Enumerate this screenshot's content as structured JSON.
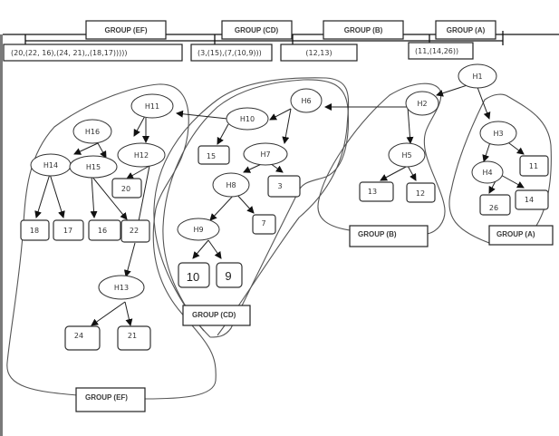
{
  "header": {
    "groups": [
      {
        "id": "EF",
        "label": "GROUP (EF)",
        "sequence": "(20,(22, 16),(24, 21),,(18,17)))))"
      },
      {
        "id": "CD",
        "label": "GROUP (CD)",
        "sequence": "(3,(15),(7,(10,9)))"
      },
      {
        "id": "B",
        "label": "GROUP (B)",
        "sequence": "(12,13)"
      },
      {
        "id": "A",
        "label": "GROUP (A)",
        "sequence": "(11,(14,26))"
      }
    ]
  },
  "tree": {
    "internal_nodes": [
      "H1",
      "H2",
      "H3",
      "H4",
      "H5",
      "H6",
      "H7",
      "H8",
      "H9",
      "H10",
      "H11",
      "H12",
      "H13",
      "H14",
      "H15",
      "H16"
    ],
    "leaves": [
      "11",
      "14",
      "26",
      "12",
      "13",
      "3",
      "7",
      "9",
      "10",
      "15",
      "16",
      "17",
      "18",
      "20",
      "21",
      "22",
      "24"
    ],
    "edges": [
      [
        "H1",
        "H2"
      ],
      [
        "H1",
        "H3"
      ],
      [
        "H3",
        "H4"
      ],
      [
        "H3",
        "11"
      ],
      [
        "H4",
        "26"
      ],
      [
        "H4",
        "14"
      ],
      [
        "H2",
        "H5"
      ],
      [
        "H2",
        "H6"
      ],
      [
        "H5",
        "13"
      ],
      [
        "H5",
        "12"
      ],
      [
        "H6",
        "H10"
      ],
      [
        "H6",
        "H7"
      ],
      [
        "H10",
        "15"
      ],
      [
        "H10",
        "H11"
      ],
      [
        "H7",
        "H8"
      ],
      [
        "H7",
        "3"
      ],
      [
        "H8",
        "H9"
      ],
      [
        "H8",
        "7"
      ],
      [
        "H9",
        "10"
      ],
      [
        "H9",
        "9"
      ],
      [
        "H11",
        "H16"
      ],
      [
        "H11",
        "H12"
      ],
      [
        "H12",
        "20"
      ],
      [
        "H12",
        "22"
      ],
      [
        "H16",
        "H14"
      ],
      [
        "H16",
        "H15"
      ],
      [
        "H14",
        "18"
      ],
      [
        "H14",
        "17"
      ],
      [
        "H15",
        "16"
      ],
      [
        "H15",
        "22"
      ],
      [
        "22",
        "H13"
      ],
      [
        "H13",
        "24"
      ],
      [
        "H13",
        "21"
      ]
    ]
  },
  "group_labels": {
    "EF": "GROUP (EF)",
    "CD": "GROUP (CD)",
    "B": "GROUP (B)",
    "A": "GROUP (A)"
  }
}
